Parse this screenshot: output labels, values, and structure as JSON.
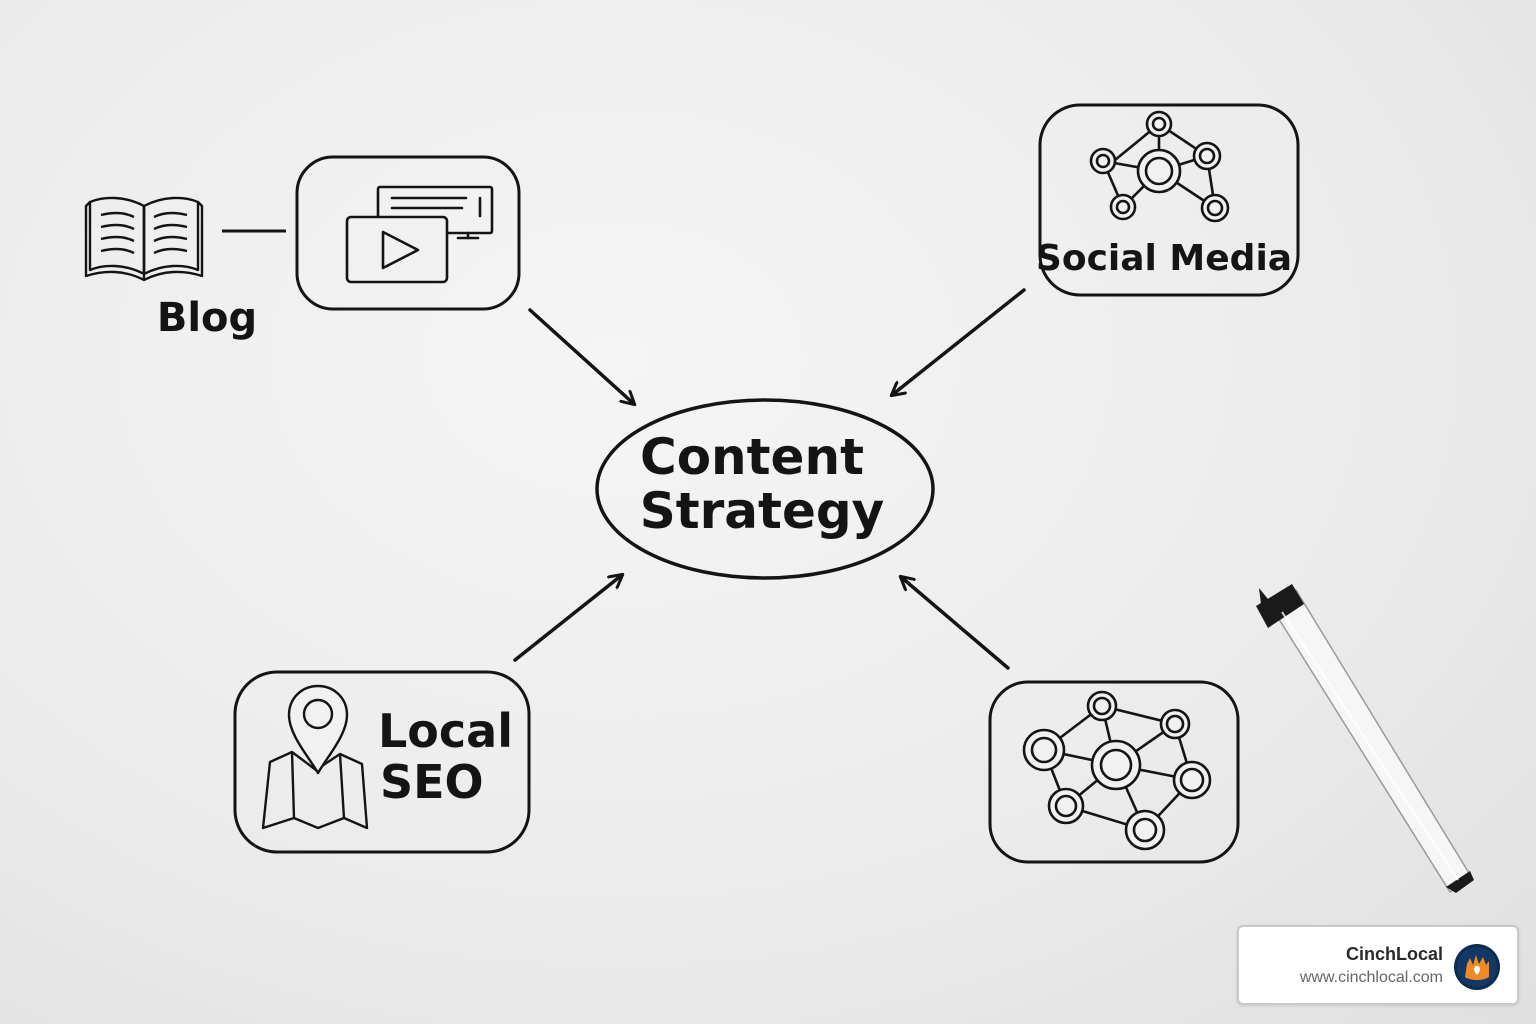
{
  "diagram": {
    "center": {
      "line1": "Content",
      "line2": "Strategy"
    },
    "nodes": {
      "blog": {
        "label": "Blog"
      },
      "social_media": {
        "label": "Social Media"
      },
      "local_seo": {
        "line1": "Local",
        "line2": "SEO"
      }
    }
  },
  "brand": {
    "name": "CinchLocal",
    "url": "www.cinchlocal.com",
    "colors": {
      "navy": "#0d2a4f",
      "orange": "#f08a24"
    }
  },
  "icons": {
    "book": "open-book-icon",
    "video": "video-player-icon",
    "social": "network-icon",
    "map": "map-pin-icon",
    "network2": "network-icon"
  }
}
